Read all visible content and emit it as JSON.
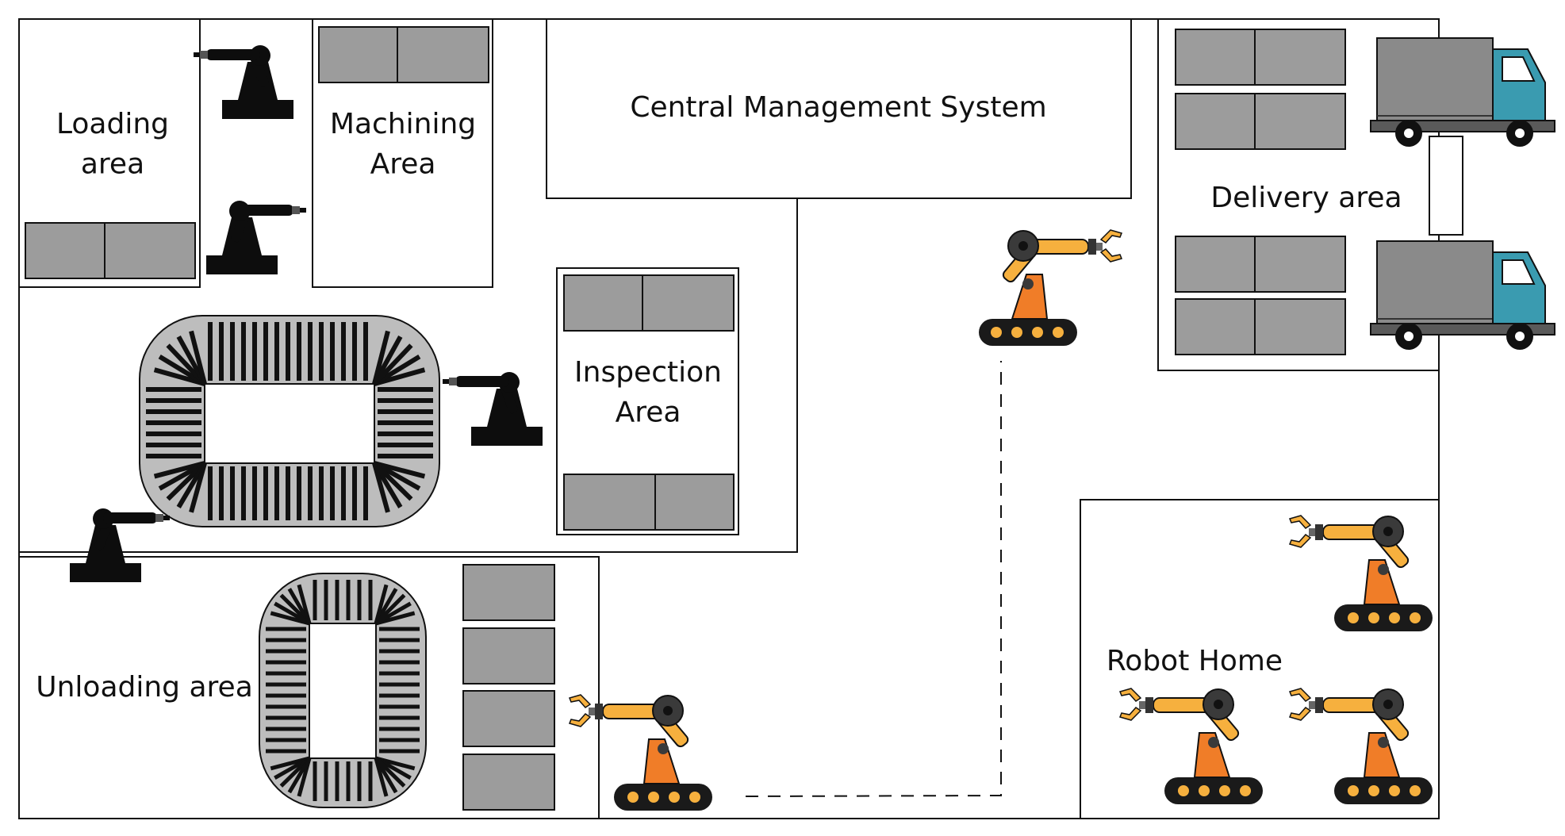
{
  "areas": {
    "loading": "Loading area",
    "machining": "Machining Area",
    "cms": "Central Management System",
    "delivery": "Delivery area",
    "inspection": "Inspection Area",
    "unloading": "Unloading area",
    "robot_home": "Robot Home"
  },
  "colors": {
    "robot_orange": "#f07d28",
    "robot_yellow": "#f6b03e",
    "robot_dark": "#3a3a3a",
    "truck_cab": "#3a9bb0",
    "truck_cargo": "#8a8a8a",
    "shelf_gray": "#9c9c9c",
    "fixed_robot": "#0d0d0d"
  },
  "icons": {
    "fixed_robot": "industrial-robot-arm-icon",
    "mobile_robot": "mobile-robot-arm-icon",
    "truck": "delivery-truck-icon",
    "conveyor": "conveyor-loop-icon"
  }
}
